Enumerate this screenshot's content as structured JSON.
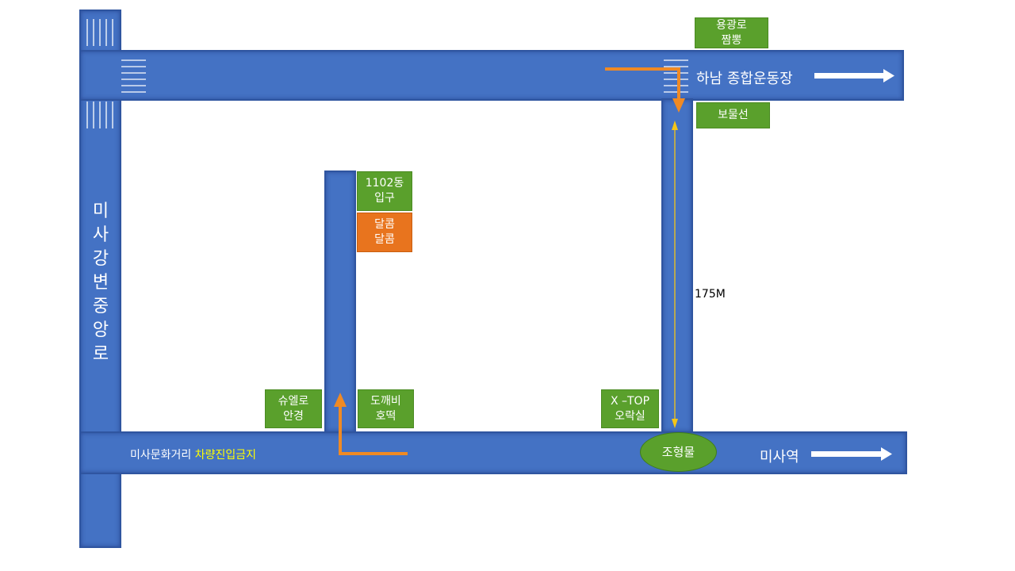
{
  "roads": {
    "west_road": "미사강변중앙로",
    "north_road_dest": "하남 종합운동장",
    "south_road_dest": "미사역",
    "south_road_street": "미사문화거리",
    "south_road_warning": "차량진입금지"
  },
  "places": {
    "yonggwangro": "용광로\n짬뽕",
    "bomulseon": "보물선",
    "entrance_1102": "1102동\n입구",
    "dalkom": "달콤\n달콤",
    "shuel": "슈엘로\n안경",
    "dokkaebi": "도깨비\n호떡",
    "xtop": "X –TOP\n오락실",
    "sculpture": "조형물"
  },
  "distance": "175M",
  "colors": {
    "road": "#4472c4",
    "place_green": "#5aa02c",
    "highlight_orange": "#e8741e",
    "route_orange": "#f08a24",
    "warning_yellow": "#ffff00",
    "distance_line": "#f5c518"
  }
}
